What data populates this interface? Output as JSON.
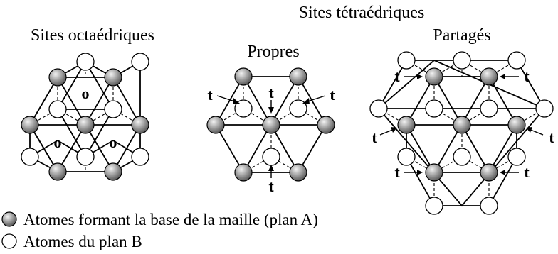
{
  "titles": {
    "tetra_header": "Sites tétraédriques",
    "octa_title": "Sites octaédriques",
    "propres_title": "Propres",
    "partages_title": "Partagés"
  },
  "site_labels": {
    "octahedral": "o",
    "tetrahedral": "t"
  },
  "legend": {
    "atom_a": "Atomes formant la base de la maille (plan A)",
    "atom_b": "Atomes du plan B"
  },
  "colors": {
    "atom_a_light": "#f2f2f2",
    "atom_a_dark": "#555555",
    "atom_b": "#ffffff",
    "line": "#000000"
  }
}
